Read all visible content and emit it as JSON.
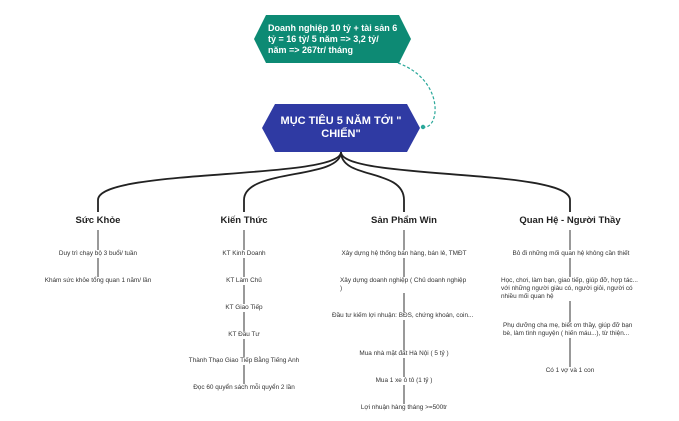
{
  "note": {
    "text": "Doanh nghiệp 10 tỷ + tài sản 6 tỷ = 16 tỷ/ 5 năm => 3,2 tỷ/ năm => 267tr/ tháng"
  },
  "goal": {
    "text": "MỤC TIÊU 5 NĂM TỚI \" CHIẾN\""
  },
  "colors": {
    "note_fill": "#0d8a74",
    "goal_fill": "#2f3aa3",
    "dashed_connector": "#2aa89a",
    "branch_line": "#222222",
    "leaf_line": "#333333"
  },
  "branches": [
    {
      "label": "Sức Khỏe",
      "items": [
        "Duy trì chạy bộ 3 buổi/ tuần",
        "Khám sức khỏe tổng quan 1 năm/ lần"
      ]
    },
    {
      "label": "Kiến Thức",
      "items": [
        "KT Kinh Doanh",
        "KT Làm Chủ",
        "KT Giao Tiếp",
        "KT Đầu Tư",
        "Thành Thạo Giao Tiếp Bằng Tiếng Anh",
        "Đọc 60 quyển sách mỗi quyển 2 lần"
      ]
    },
    {
      "label": "Sản Phẩm Win",
      "items": [
        "Xây dựng hệ thống bán hàng, bán lẻ, TMĐT",
        "Xây dựng doanh nghiệp ( Chủ doanh nghiệp )",
        "Đầu tư kiếm lợi nhuận: BĐS, chứng khoán, coin...",
        "Mua nhà mặt đất Hà Nội ( 5 tỷ )",
        "Mua 1 xe ô tô (1 tỷ )",
        "Lợi nhuận hàng tháng >=500tr"
      ]
    },
    {
      "label": "Quan Hệ - Người Thầy",
      "items": [
        "Bỏ đi những mối quan hệ không cần thiết",
        "Học, chơi, làm bạn, giao tiếp, giúp đỡ, hợp tác... với những người giàu có, người giỏi, người có nhiều mối quan hệ",
        "Phụ dưỡng cha mẹ, biết ơn thầy, giúp đỡ bạn bè, làm tình nguyện ( hiến máu...), từ thiện...",
        "Có 1 vợ và 1 con"
      ]
    }
  ]
}
